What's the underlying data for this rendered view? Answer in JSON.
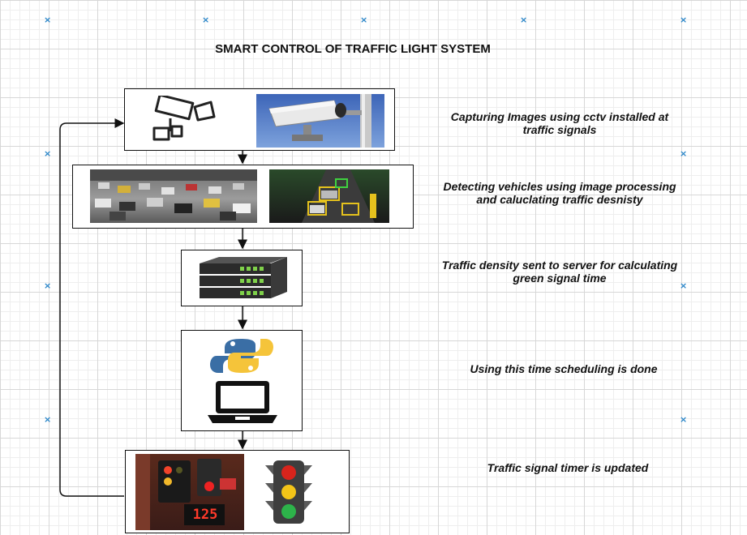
{
  "diagram": {
    "title": "SMART CONTROL OF TRAFFIC LIGHT SYSTEM",
    "steps": [
      {
        "text": "Capturing  Images using cctv installed at traffic signals"
      },
      {
        "text": "Detecting vehicles using image processing and caluclating traffic desnisty"
      },
      {
        "text": "Traffic density sent to server for calculating green signal time"
      },
      {
        "text": "Using this time scheduling is done"
      },
      {
        "text": "Traffic signal timer is updated"
      }
    ],
    "timer_display": "125"
  },
  "colors": {
    "grid_marker": "#2a86c9",
    "stroke": "#111111",
    "python_blue": "#3a6ea5",
    "python_yellow": "#f5c43a",
    "light_red": "#d9241c",
    "light_yellow": "#f3c418",
    "light_green": "#2db34a"
  },
  "icons": [
    "cctv-camera-icon",
    "cctv-photo",
    "highway-traffic-photo",
    "vehicle-detection-photo",
    "server-rack-icon",
    "python-logo-icon",
    "laptop-icon",
    "traffic-signal-photo",
    "traffic-light-icon"
  ]
}
